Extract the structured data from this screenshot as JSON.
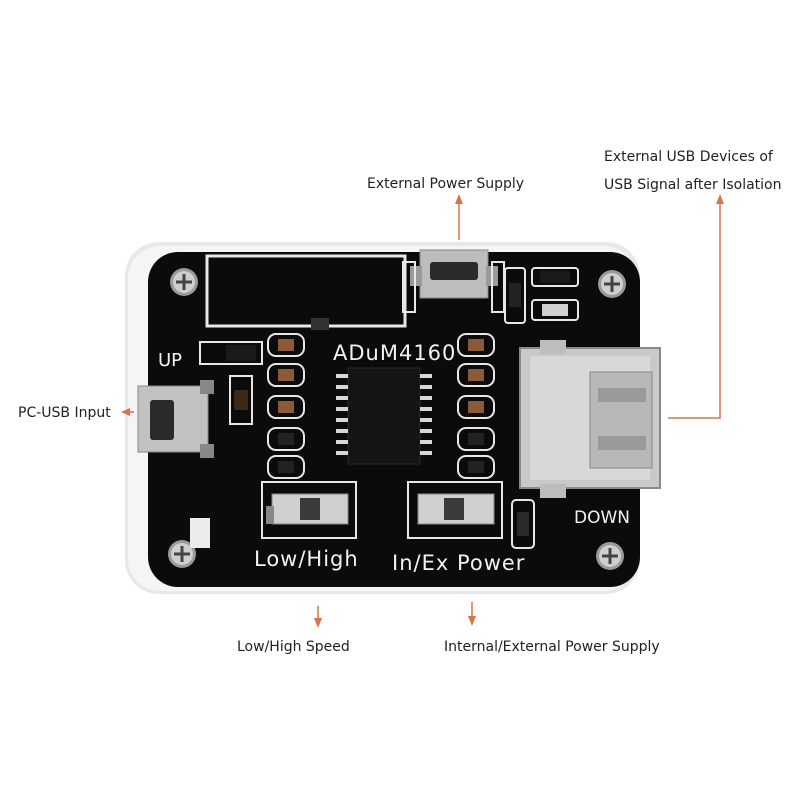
{
  "callouts": {
    "external_power": "External Power Supply",
    "usb_devices_line1": "External USB Devices of",
    "usb_devices_line2": "USB Signal after Isolation",
    "pc_usb": "PC-USB Input",
    "speed": "Low/High Speed",
    "power_select": "Internal/External Power Supply"
  },
  "board": {
    "chip": "ADuM4160",
    "up": "UP",
    "down": "DOWN",
    "speed_switch": "Low/High",
    "power_switch": "In/Ex Power"
  },
  "colors": {
    "arrow": "#d9734a",
    "pcb": "#0b0b0b",
    "silkscreen": "#f2f2f2",
    "enclosure": "#e6e6e6"
  }
}
